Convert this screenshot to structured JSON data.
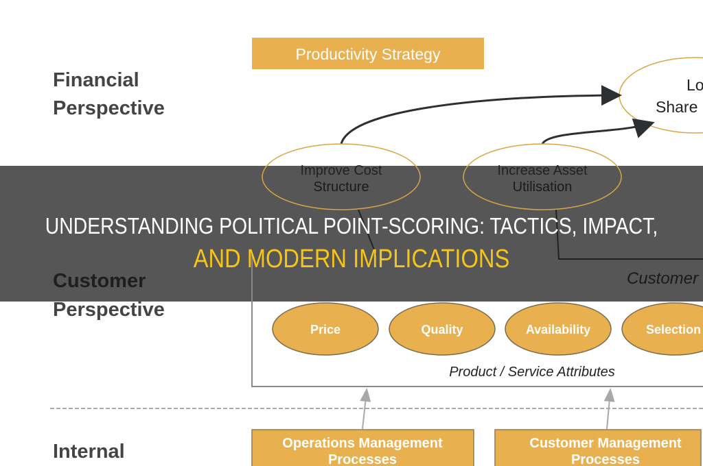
{
  "diagram": {
    "financial_label": [
      "Financial",
      "Perspective"
    ],
    "customer_label": [
      "Customer",
      "Perspective"
    ],
    "internal_label": "Internal",
    "strategy_box": "Productivity Strategy",
    "top_goal": [
      "Lo",
      "Share"
    ],
    "financial_objectives": [
      [
        "Improve Cost",
        "Structure"
      ],
      [
        "Increase Asset",
        "Utilisation"
      ]
    ],
    "customer_box_title": "Customer",
    "attributes": [
      "Price",
      "Quality",
      "Availability",
      "Selection"
    ],
    "attributes_caption": "Product / Service Attributes",
    "processes": [
      [
        "Operations Management",
        "Processes"
      ],
      [
        "Customer Management",
        "Processes"
      ]
    ],
    "colors": {
      "accent": "#e9b04f",
      "ellipse_stroke": "#d8a645",
      "text": "#3d3d3d"
    }
  },
  "title": {
    "line1": "UNDERSTANDING POLITICAL POINT-SCORING: TACTICS, IMPACT,",
    "line2": "AND MODERN IMPLICATIONS",
    "line2_color": "#f5c518"
  }
}
